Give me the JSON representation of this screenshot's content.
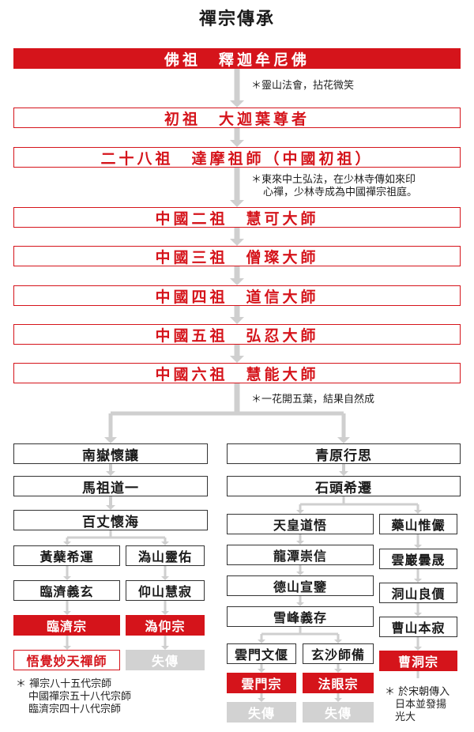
{
  "title": "禪宗傳承",
  "main_chain": [
    "佛祖　釋迦牟尼佛",
    "初祖　大迦葉尊者",
    "二十八祖　達摩祖師（中國初祖）",
    "中國二祖　慧可大師",
    "中國三祖　僧璨大師",
    "中國四祖　道信大師",
    "中國五祖　弘忍大師",
    "中國六祖　慧能大師"
  ],
  "notes": {
    "buddha": "＊靈山法會，拈花微笑",
    "bodhidharma_1": "＊東來中土弘法，在少林寺傳如來印",
    "bodhidharma_2": "心禪，少林寺成為中國禪宗祖庭。",
    "huineng": "＊一花開五葉，結果自然成",
    "linji_1": "＊ 禪宗八十五代宗師",
    "linji_2": "中國禪宗五十八代宗師",
    "linji_3": "臨濟宗四十八代宗師",
    "caodong_1": "＊ 於宋朝傳入",
    "caodong_2": "日本並發揚",
    "caodong_3": "光大"
  },
  "left_branch": {
    "nanyue": "南嶽懷讓",
    "mazu": "馬祖道一",
    "baizhang": "百丈懷海",
    "huangbo": "黃蘗希運",
    "linji_master": "臨濟義玄",
    "linji_school": "臨濟宗",
    "wujue": "悟覺妙天禪師",
    "guishan": "溈山靈佑",
    "yangshan": "仰山慧寂",
    "guiyang_school": "溈仰宗",
    "guiyang_lost": "失傳"
  },
  "right_branch": {
    "qingyuan": "青原行思",
    "shitou": "石頭希遷",
    "tianhuang": "天皇道悟",
    "longtan": "龍潭崇信",
    "deshan": "德山宣鑒",
    "xuefeng": "雪峰義存",
    "yunmen_master": "雲門文偃",
    "yunmen_school": "雲門宗",
    "yunmen_lost": "失傳",
    "xuansha": "玄沙師備",
    "fayan_school": "法眼宗",
    "fayan_lost": "失傳",
    "yaoshan": "藥山惟儼",
    "yunyan": "雲巖曇晟",
    "dongshan": "洞山良價",
    "caoshan": "曹山本寂",
    "caodong_school": "曹洞宗"
  },
  "colors": {
    "red": "#d5141b",
    "grey": "#d2d2d2",
    "connector": "#cfcfcf"
  }
}
